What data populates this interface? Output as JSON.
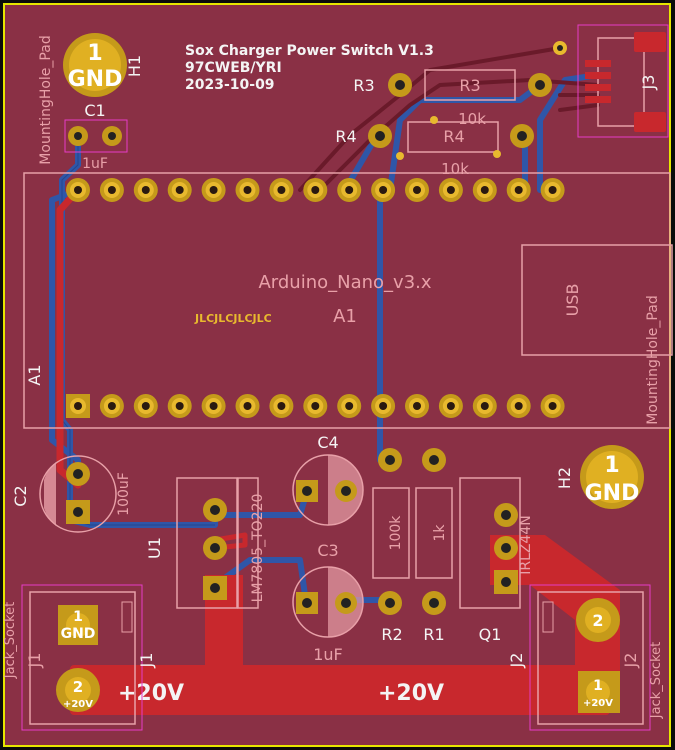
{
  "title": {
    "line1": "Sox Charger Power Switch V1.3",
    "line2": "97CWEB/YRI",
    "line3": "2023-10-09"
  },
  "colors": {
    "board": "#8a3045",
    "edge": "#e6e600",
    "front_copper": "#c8282d",
    "back_copper": "#2f56a8",
    "pad": "#c59a1a",
    "pad_hi": "#e8b92e",
    "fab_outline": "#e8a0a8",
    "courtyard": "#e53cc8",
    "silkscreen": "#f4f4f4"
  },
  "components": {
    "h1": {
      "ref": "H1",
      "pad": "1",
      "net": "GND",
      "value": "MountingHole_Pad"
    },
    "h2": {
      "ref": "H2",
      "pad": "1",
      "net": "GND",
      "value": "MountingHole_Pad"
    },
    "c1": {
      "ref": "C1",
      "value": "1uF"
    },
    "c2": {
      "ref": "C2",
      "value": "100uF"
    },
    "c3": {
      "ref": "C3",
      "value": "1uF"
    },
    "c4": {
      "ref": "C4",
      "value": ""
    },
    "r1": {
      "ref": "R1",
      "value": "1k"
    },
    "r2": {
      "ref": "R2",
      "value": "100k"
    },
    "r3": {
      "ref": "R3",
      "value": "10k"
    },
    "r4": {
      "ref": "R4",
      "value": "10k"
    },
    "q1": {
      "ref": "Q1",
      "value": "IRLZ44N"
    },
    "u1": {
      "ref": "U1",
      "value": "LM7805_TO220"
    },
    "a1": {
      "ref": "A1",
      "value": "Arduino_Nano_v3.x",
      "usb": "USB",
      "jlc": "JLCJLCJLCJLC"
    },
    "j1": {
      "ref": "J1",
      "value": "Jack_Socket",
      "pad1_net": "GND",
      "pad2_net": "+20V"
    },
    "j2": {
      "ref": "J2",
      "value": "Jack_Socket",
      "pad1_net": "+20V"
    },
    "j3": {
      "ref": "J3",
      "value": ""
    }
  },
  "nets": {
    "power": "+20V",
    "ground": "GND"
  },
  "pad_numbers": {
    "one": "1",
    "two": "2"
  }
}
